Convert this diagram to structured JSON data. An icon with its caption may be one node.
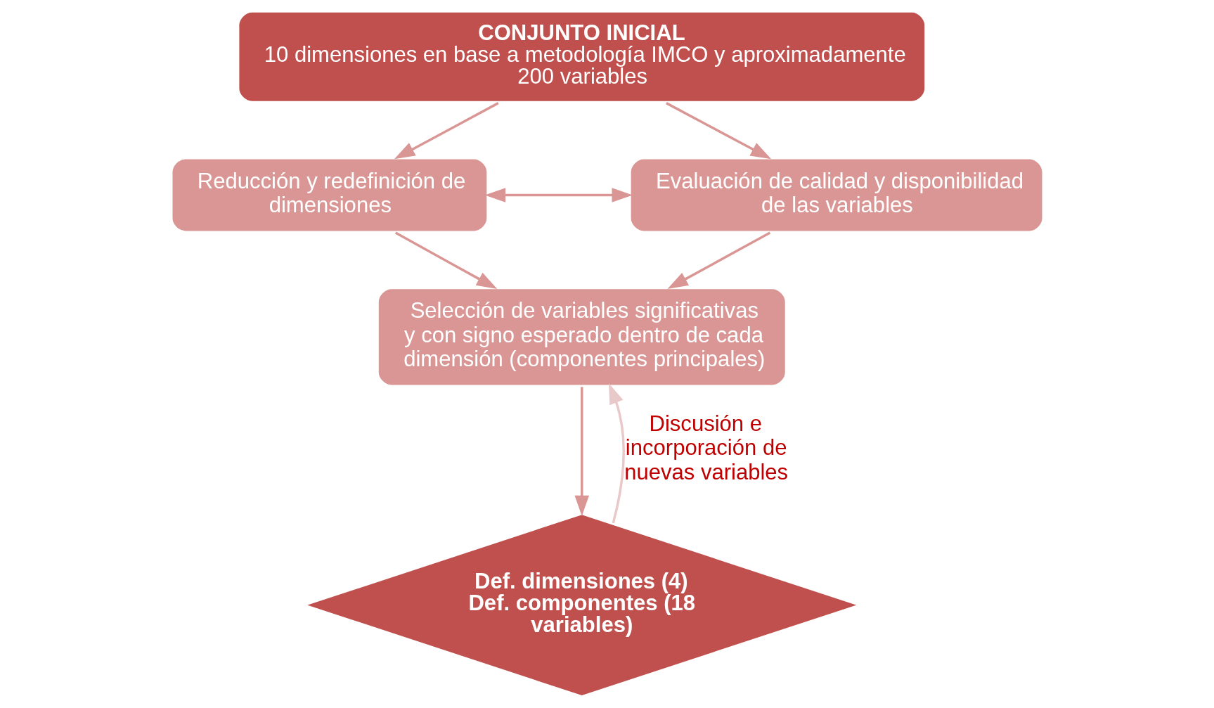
{
  "diagram": {
    "nodes": [
      {
        "text": [
          "CONJUNTO INICIAL",
          "10 dimensiones en base a metodología IMCO y aproximadamente 200 variables"
        ]
      },
      {
        "text": [
          "Reducción y redefinición de dimensiones"
        ]
      },
      {
        "text": [
          "Evaluación de calidad y disponibilidad de las variables"
        ]
      },
      {
        "text": [
          "Selección de variables significativas y con signo esperado dentro de cada dimensión (componentes principales)"
        ]
      },
      {
        "text": [
          "Def. dimensiones (4) Def. componentes (18 variables)"
        ]
      }
    ],
    "edges": [
      {
        "from": 0,
        "to": 1,
        "arrow": "to"
      },
      {
        "from": 0,
        "to": 2,
        "arrow": "to"
      },
      {
        "from": 1,
        "to": 2,
        "arrow": "both"
      },
      {
        "from": 1,
        "to": 3,
        "arrow": "to"
      },
      {
        "from": 2,
        "to": 3,
        "arrow": "to"
      },
      {
        "from": 3,
        "to": 4,
        "arrow": "to"
      },
      {
        "from": 4,
        "to": 3,
        "arrow": "to",
        "color": "#e8c8c8",
        "label": "Discusión e incorporación de nuevas variables"
      }
    ]
  }
}
